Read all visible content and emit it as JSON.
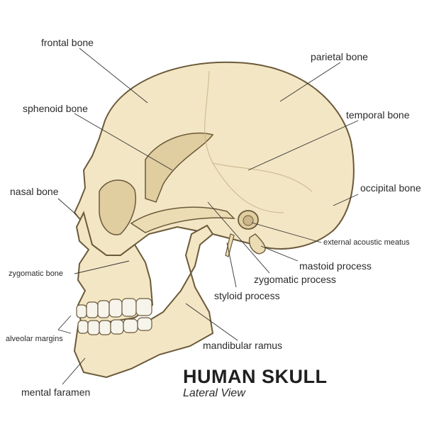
{
  "title": "HUMAN SKULL",
  "subtitle": "Lateral View",
  "labels": {
    "frontal_bone": "frontal bone",
    "parietal_bone": "parietal bone",
    "sphenoid_bone": "sphenoid bone",
    "temporal_bone": "temporal bone",
    "occipital_bone": "occipital bone",
    "nasal_bone": "nasal bone",
    "external_acoustic_meatus": "external acoustic meatus",
    "mastoid_process": "mastoid process",
    "zygomatic_process": "zygomatic process",
    "zygomatic_bone": "zygomatic bone",
    "styloid_process": "styloid process",
    "alveolar_margins": "alveolar margins",
    "mandibular_ramus": "mandibular ramus",
    "mental_faramen": "mental faramen"
  },
  "colors": {
    "bone_fill": "#f3e6c4",
    "bone_shadow": "#e0cda0",
    "outline": "#6b5a3a",
    "tooth_fill": "#f7f4ec",
    "leader_line": "#333333"
  }
}
